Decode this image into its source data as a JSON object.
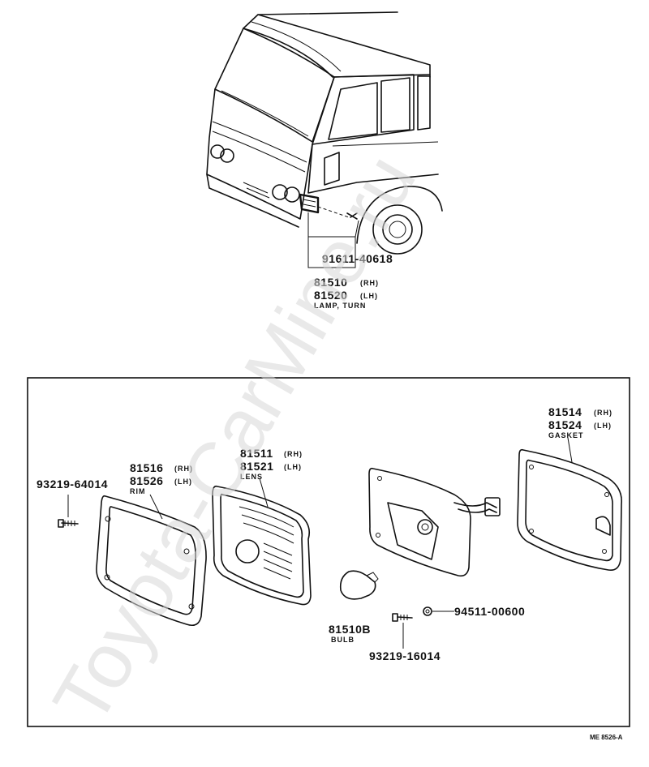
{
  "watermark": "Toyota-CarMine.ru",
  "drawing_code": "ME 8526-A",
  "vehicle_callouts": {
    "screw": "91611-40618",
    "lamp_rh": "81510",
    "lamp_rh_side": "(RH)",
    "lamp_lh": "81520",
    "lamp_lh_side": "(LH)",
    "lamp_name": "LAMP, TURN"
  },
  "parts": {
    "rim_screw": "93219-64014",
    "rim_rh": "81516",
    "rim_rh_side": "(RH)",
    "rim_lh": "81526",
    "rim_lh_side": "(LH)",
    "rim_name": "RIM",
    "lens_rh": "81511",
    "lens_rh_side": "(RH)",
    "lens_lh": "81521",
    "lens_lh_side": "(LH)",
    "lens_name": "LENS",
    "gasket_rh": "81514",
    "gasket_rh_side": "(RH)",
    "gasket_lh": "81524",
    "gasket_lh_side": "(LH)",
    "gasket_name": "GASKET",
    "bulb_no": "81510B",
    "bulb_name": "BULB",
    "nut": "94511-00600",
    "screw2": "93219-16014"
  }
}
